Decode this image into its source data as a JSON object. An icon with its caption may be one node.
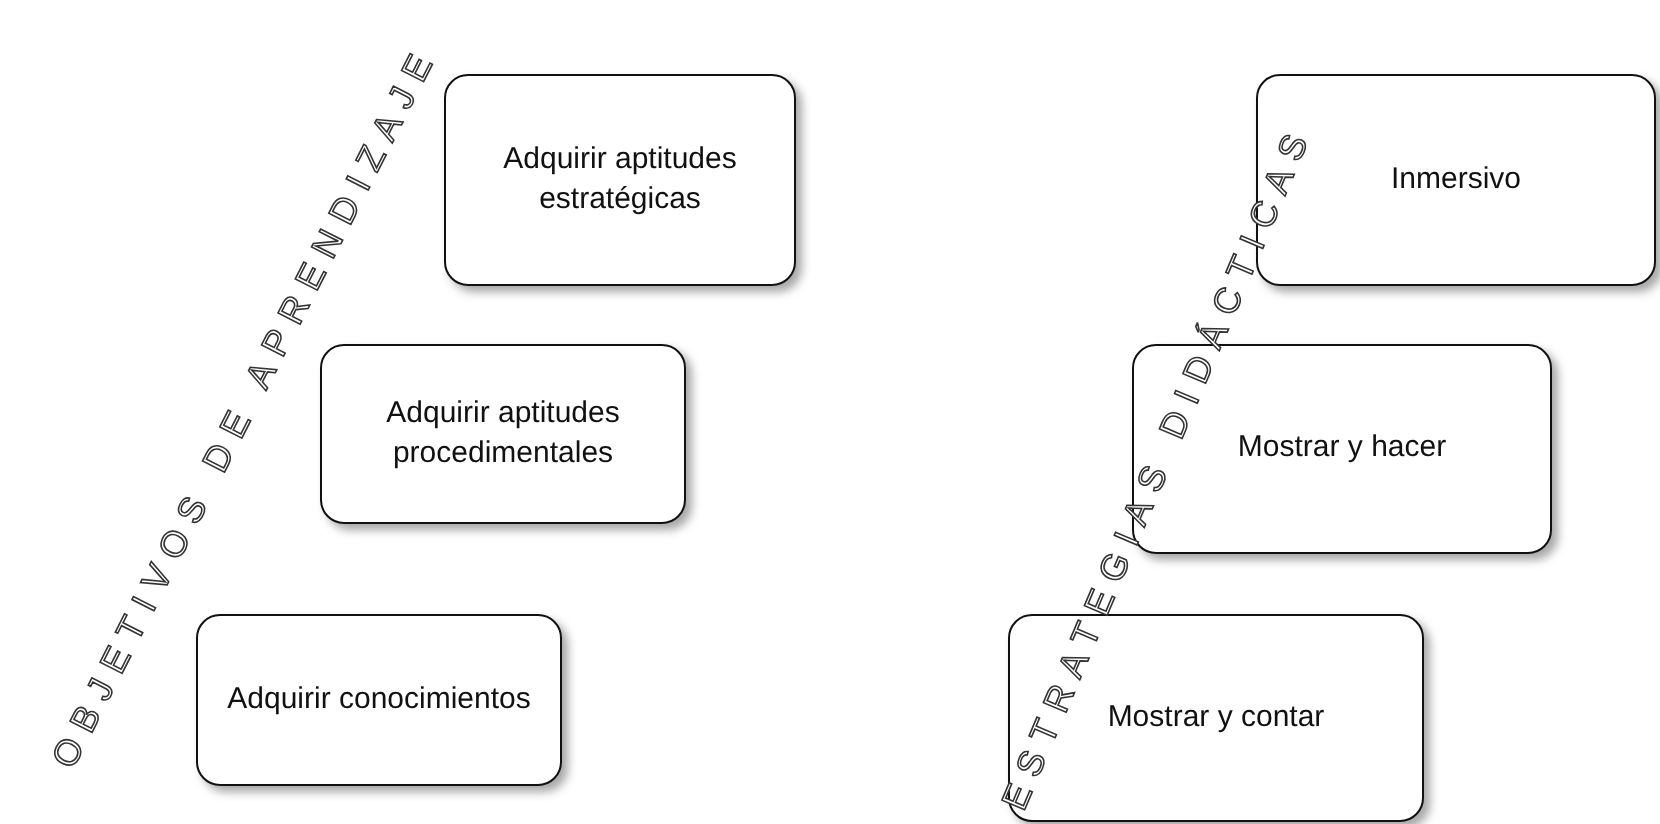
{
  "diagram": {
    "nodes": [
      {
        "text": [
          "Adquirir aptitudes estratégicas"
        ]
      },
      {
        "text": [
          "Adquirir aptitudes procedimentales"
        ]
      },
      {
        "text": [
          "Adquirir conocimientos"
        ]
      },
      {
        "text": [
          "Inmersivo"
        ]
      },
      {
        "text": [
          "Mostrar y hacer"
        ]
      },
      {
        "text": [
          "Mostrar y contar"
        ]
      }
    ],
    "labels": [
      "OBJETIVOS DE APRENDIZAJE",
      "ESTRATEGIAS DIDÁCTICAS"
    ]
  }
}
